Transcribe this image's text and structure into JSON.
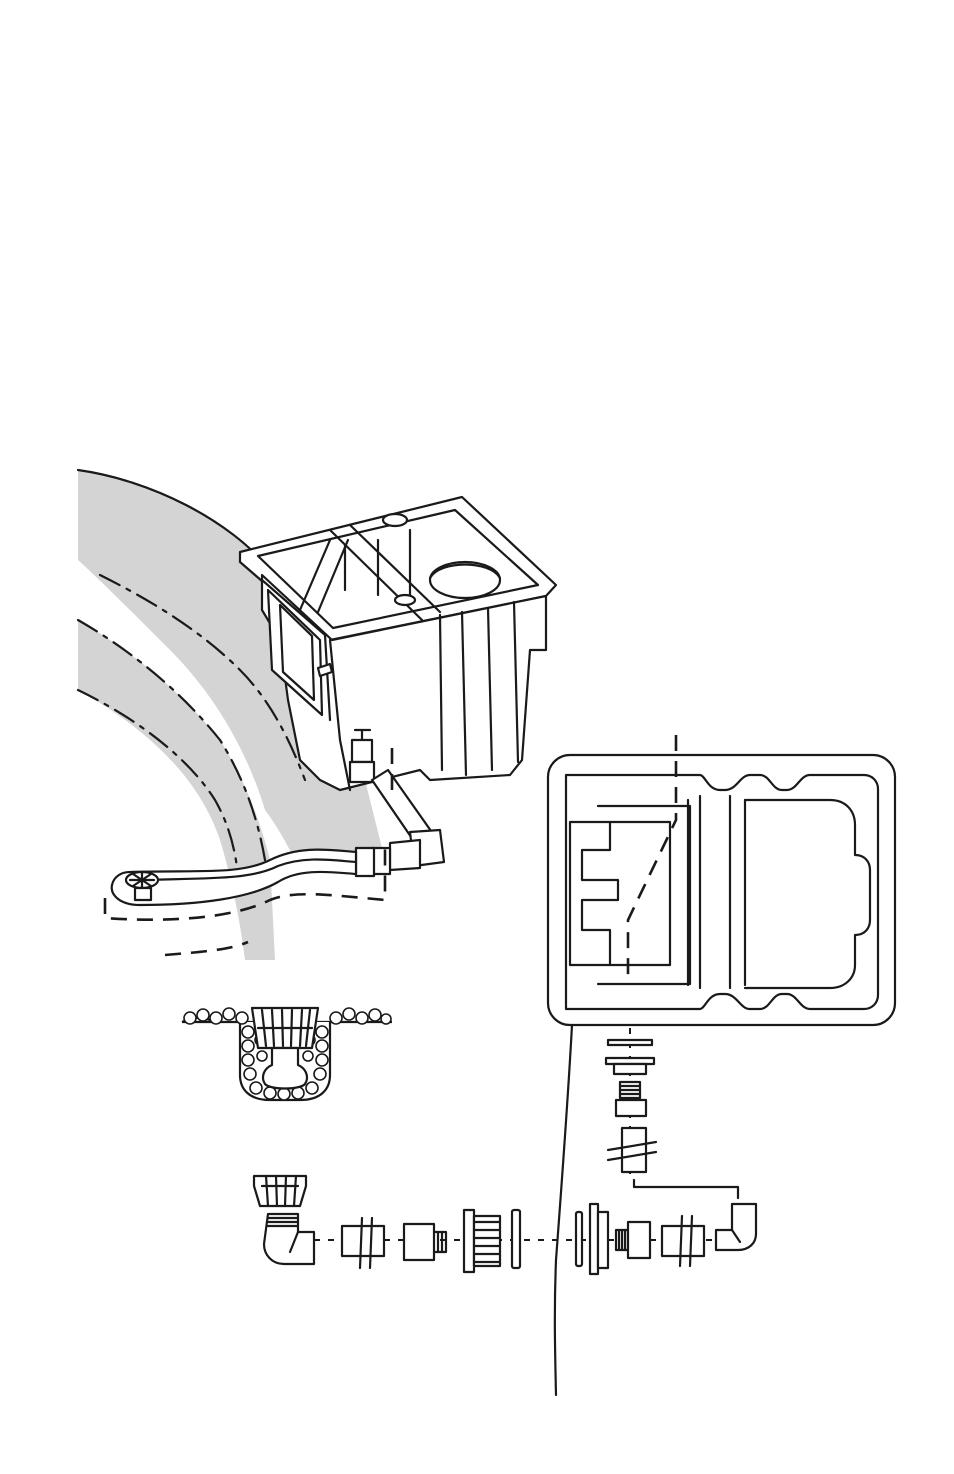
{
  "figure": {
    "background": "#ffffff",
    "ink_color": "#1a1a1a",
    "shade_color": "#d4d4d4",
    "views": [
      "skimmer-installation-perspective",
      "skimmer-top-view",
      "intake-screen-in-gravel-cross-section",
      "plumbing-fittings-exploded-view"
    ],
    "icons": [
      "skimmer-box",
      "intake-screen",
      "valve",
      "pipe",
      "elbow-fitting",
      "bulkhead-fitting",
      "gasket",
      "adapter-fitting",
      "gravel"
    ]
  }
}
